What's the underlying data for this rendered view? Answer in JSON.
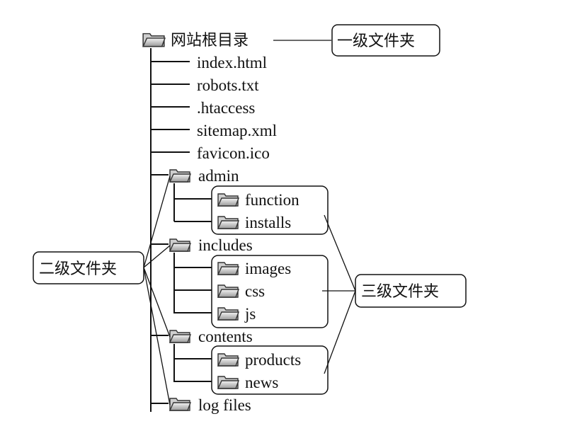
{
  "root": {
    "label": "网站根目录",
    "icon": "folder-icon"
  },
  "root_files": [
    "index.html",
    "robots.txt",
    ".htaccess",
    "sitemap.xml",
    "favicon.ico"
  ],
  "folders": [
    {
      "label": "admin",
      "icon": "folder-icon",
      "children": [
        "function",
        "installs"
      ]
    },
    {
      "label": "includes",
      "icon": "folder-icon",
      "children": [
        "images",
        "css",
        "js"
      ]
    },
    {
      "label": "contents",
      "icon": "folder-icon",
      "children": [
        "products",
        "news"
      ]
    },
    {
      "label": "log files",
      "icon": "folder-icon",
      "children": []
    }
  ],
  "callouts": {
    "level1": "一级文件夹",
    "level2": "二级文件夹",
    "level3": "三级文件夹"
  }
}
